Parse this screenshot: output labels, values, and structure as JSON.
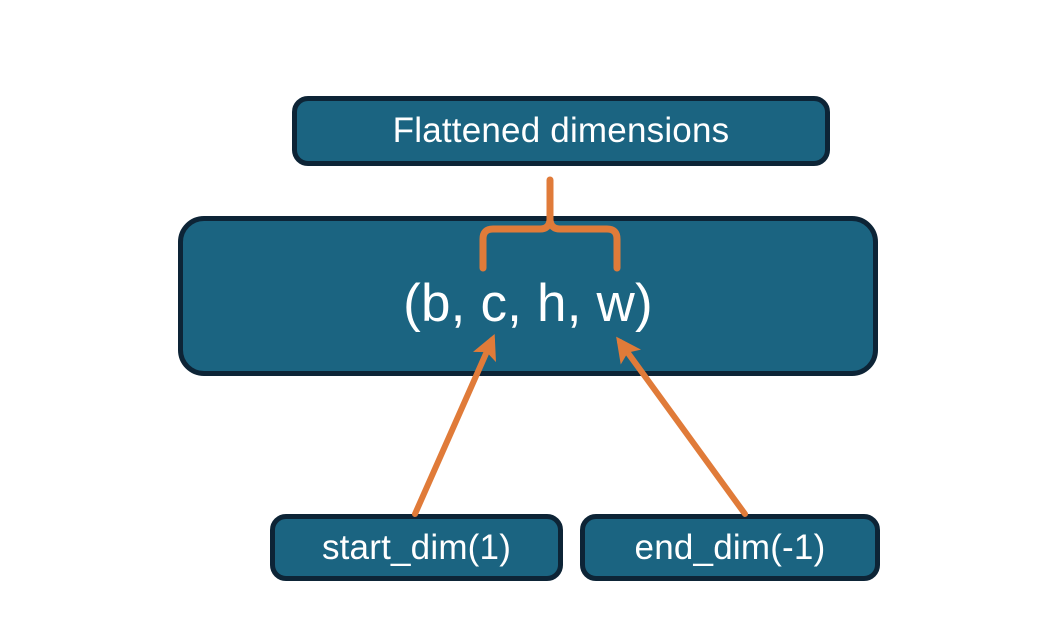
{
  "diagram": {
    "title_node": {
      "label": "Flattened dimensions"
    },
    "shape_node": {
      "label": "(b, c, h, w)"
    },
    "arg_nodes": [
      {
        "label": "start_dim(1)"
      },
      {
        "label": "end_dim(-1)"
      }
    ],
    "connectors": {
      "brace": {
        "name": "curly-brace-connector",
        "covers": "c, h, w",
        "points_to": "Flattened dimensions"
      },
      "arrows": [
        {
          "name": "start-dim-arrow",
          "from": "start_dim(1)",
          "to": "c",
          "direction": "up-right"
        },
        {
          "name": "end-dim-arrow",
          "from": "end_dim(-1)",
          "to": "w",
          "direction": "up-left"
        }
      ]
    },
    "colors": {
      "box_fill": "#1b6481",
      "box_border": "#0d2436",
      "text": "#ffffff",
      "accent": "#e07b39",
      "background": "#ffffff"
    }
  }
}
